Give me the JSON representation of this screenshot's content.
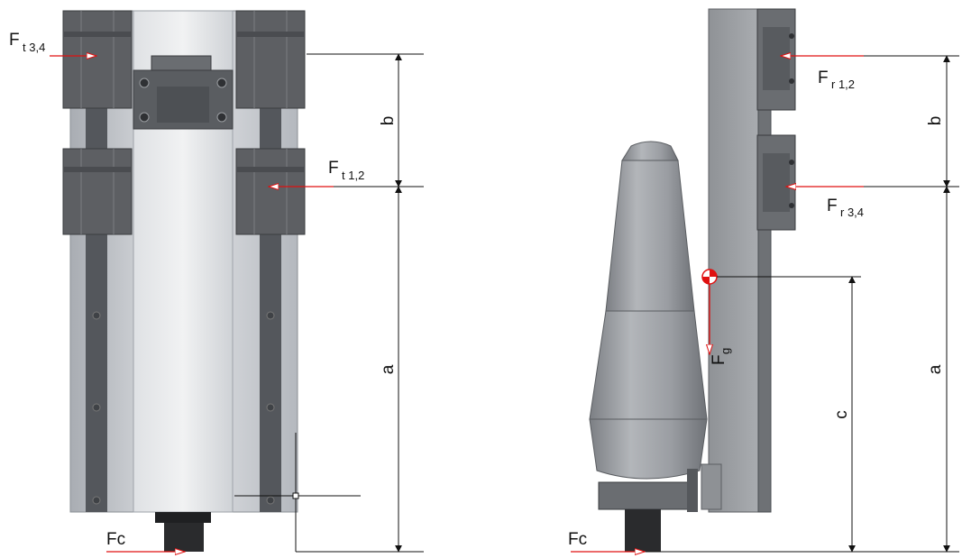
{
  "left_view": {
    "labels": {
      "ft34": {
        "main": "F",
        "sub": "t 3,4"
      },
      "ft12": {
        "main": "F",
        "sub": "t 1,2"
      },
      "fc": "Fc",
      "b": "b",
      "a": "a"
    }
  },
  "right_view": {
    "labels": {
      "fr12": {
        "main": "F",
        "sub": "r 1,2"
      },
      "fr34": {
        "main": "F",
        "sub": "r 3,4"
      },
      "fg": {
        "main": "F",
        "sub": "g"
      },
      "fc": "Fc",
      "b": "b",
      "c": "c",
      "a": "a"
    }
  },
  "colors": {
    "force": "#e01010",
    "block_dark": "#5d5f63",
    "frame": "#c8ccd2"
  }
}
